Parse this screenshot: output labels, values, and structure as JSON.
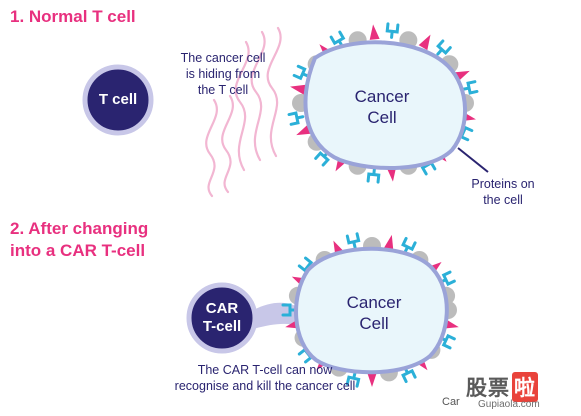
{
  "colors": {
    "pink": "#e8307f",
    "navy": "#2a2470",
    "cell_fill": "#e9f6fb",
    "cell_border": "#9aa3d8",
    "receptor_cyan": "#2bb0d8",
    "protein_grey": "#bcbcbc"
  },
  "section1": {
    "title": "1. Normal T cell",
    "tcell_label": "T cell",
    "hiding_text": [
      "The cancer cell",
      "is hiding from",
      "the T cell"
    ],
    "cancer_label": [
      "Cancer",
      "Cell"
    ],
    "proteins_label": [
      "Proteins on",
      "the cell"
    ]
  },
  "section2": {
    "title": [
      "2. After changing",
      "into a CAR T-cell"
    ],
    "car_label": [
      "CAR",
      "T-cell"
    ],
    "cancer_label": [
      "Cancer",
      "Cell"
    ],
    "caption": [
      "The CAR T-cell can now",
      "recognise and kill the cancer cell"
    ]
  },
  "watermark": {
    "partial_text": "Car",
    "logo_glyphs": [
      "股",
      "票",
      "啦"
    ],
    "url": "Gupiaola.com"
  }
}
